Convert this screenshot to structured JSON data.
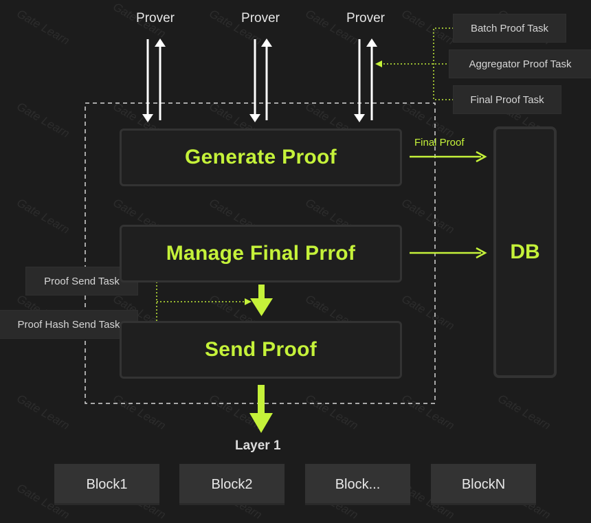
{
  "provers": [
    "Prover",
    "Prover",
    "Prover"
  ],
  "tasks_right": [
    "Batch Proof Task",
    "Aggregator Proof Task",
    "Final Proof Task"
  ],
  "tasks_left": [
    "Proof Send Task",
    "Proof Hash Send Task"
  ],
  "processes": {
    "generate": "Generate Proof",
    "manage": "Manage Final Prrof",
    "send": "Send Proof"
  },
  "edge_labels": {
    "final_proof": "Final Proof"
  },
  "db": "DB",
  "layer1": "Layer 1",
  "blocks": [
    "Block1",
    "Block2",
    "Block...",
    "BlockN"
  ],
  "watermark": "Gate Learn",
  "colors": {
    "accent": "#c5f23a",
    "background": "#1c1c1c",
    "box": "#2a2a2a",
    "border": "#333333",
    "arrow_white": "#ffffff"
  }
}
